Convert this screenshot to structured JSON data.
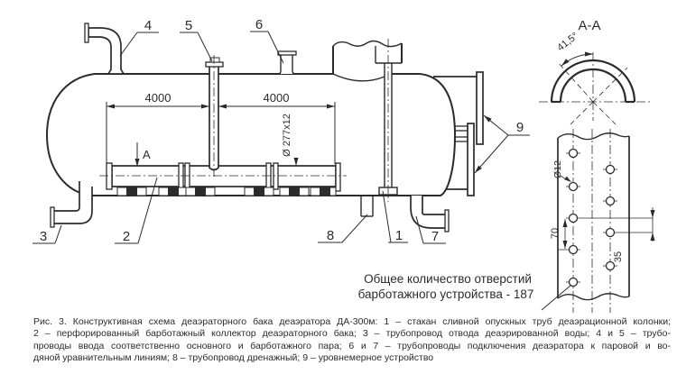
{
  "colors": {
    "ink": "#2b2b2b",
    "paper": "#ffffff"
  },
  "caption": {
    "lines": [
      "Рис. 3. Конструктивная схема деаэраторного бака деаэратора ДА-300м: 1 – стакан сливной опускных труб деаэрационной колонки;",
      "2 – перфорированный барботажный коллектор деаэраторного бака; 3 – трубопровод отвода деаэрированной воды; 4 и 5 – трубо-",
      "проводы ввода соответственно основного и барботажного пара; 6 и 7 – трубопроводы подключения деаэратора к паровой и во-",
      "дяной уравнительным линиям; 8 – трубопровод дренажный; 9 – уровнемерное устройство"
    ]
  },
  "note": {
    "line1": "Общее количество отверстий",
    "line2": "барботажного устройства - 187"
  },
  "labels": {
    "p1": "1",
    "p2": "2",
    "p3": "3",
    "p4": "4",
    "p5": "5",
    "p6": "6",
    "p7": "7",
    "p8": "8",
    "p9": "9"
  },
  "dims": {
    "span_left": "4000",
    "span_right": "4000",
    "collector_pipe": "Ø 277x12",
    "hole_diameter": "Ø12",
    "hole_pitch": "70",
    "row_offset": "35",
    "angle": "41,5°"
  },
  "section": {
    "title": "A-A",
    "cut_label": "A"
  }
}
